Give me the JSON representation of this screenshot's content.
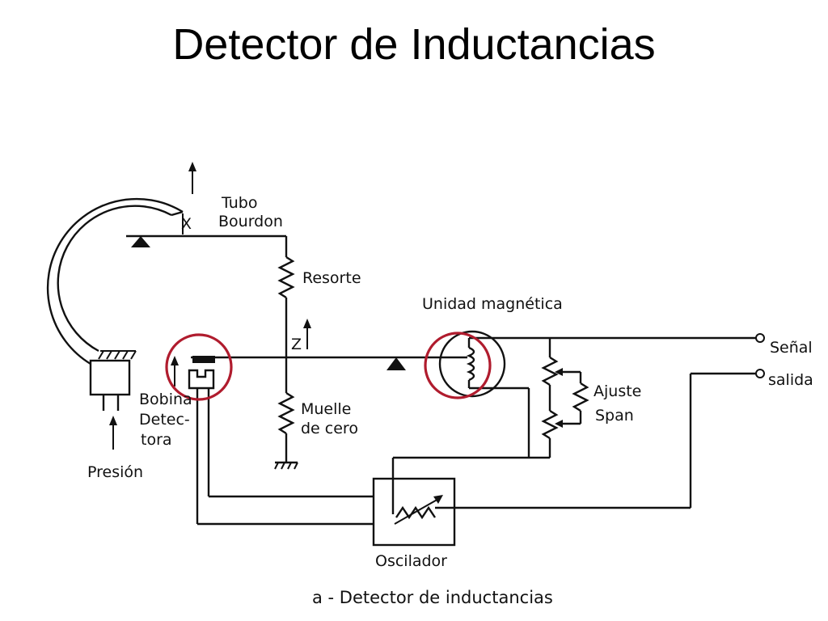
{
  "slide": {
    "title": "Detector de Inductancias"
  },
  "labels": {
    "x": "X",
    "tubo": "Tubo",
    "bourdon": "Bourdon",
    "resorte": "Resorte",
    "unidad_magnetica": "Unidad magnética",
    "z": "Z",
    "senal": "Señal",
    "salida": "salida",
    "ajuste": "Ajuste",
    "span": "Span",
    "bobina": "Bobina",
    "detec": "Detec-",
    "tora": "tora",
    "muelle": "Muelle",
    "de_cero": "de cero",
    "presion": "Presión",
    "oscilador": "Oscilador"
  },
  "caption": "a - Detector de inductancias",
  "colors": {
    "highlight": "#b01c2e"
  }
}
